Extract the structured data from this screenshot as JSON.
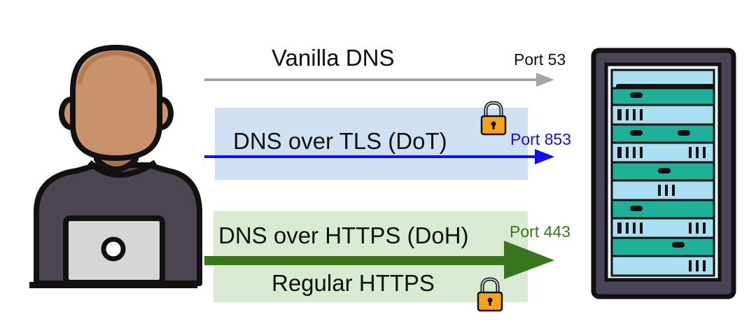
{
  "diagram": {
    "vanilla": {
      "label": "Vanilla DNS",
      "port": "Port 53",
      "color": "#a6a6a6"
    },
    "dot": {
      "label": "DNS over TLS (DoT)",
      "port": "Port 853",
      "color": "#1010f0",
      "band_color": "#cfe0f3"
    },
    "doh": {
      "label": "DNS over HTTPS (DoH)",
      "label2": "Regular HTTPS",
      "port": "Port 443",
      "color": "#38761d",
      "band_color": "#d9ead3"
    },
    "icons": [
      "user-laptop-icon",
      "lock-icon",
      "server-rack-icon"
    ]
  }
}
